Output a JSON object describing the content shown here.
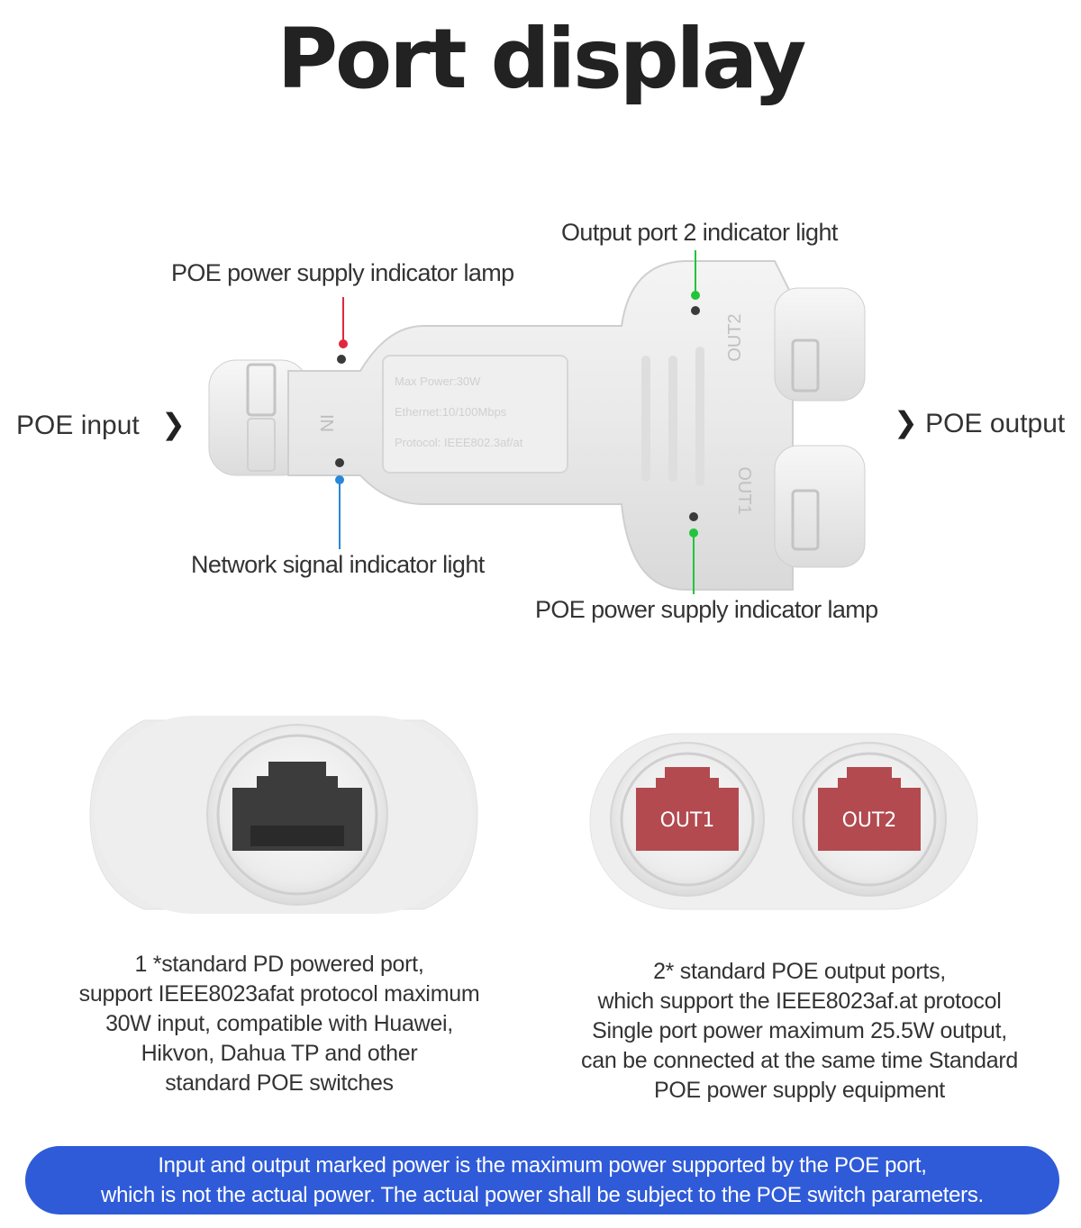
{
  "title": "Port display",
  "labels": {
    "output_port2_indicator": "Output port 2 indicator light",
    "poe_supply_lamp_top": "POE power supply indicator lamp",
    "network_signal_indicator": "Network signal indicator light",
    "poe_supply_lamp_bottom": "POE power supply indicator lamp",
    "poe_input": "POE input",
    "poe_output": "POE output"
  },
  "device_print": {
    "in_mark": "IN",
    "out1_mark": "OUT1",
    "out2_mark": "OUT2",
    "spec_lines": [
      "Max Power:30W",
      "Ethernet:10/100Mbps",
      "Protocol: IEEE802.3af/at"
    ]
  },
  "ports": {
    "out1": "OUT1",
    "out2": "OUT2"
  },
  "descriptions": {
    "input": [
      "1 *standard PD powered port,",
      "support IEEE8023afat protocol maximum",
      "30W input, compatible with Huawei,",
      "Hikvon, Dahua TP and other",
      "standard POE switches"
    ],
    "output": [
      "2* standard POE output ports,",
      "which support the IEEE8023af.at protocol",
      "Single port power maximum 25.5W output,",
      "can be connected at the same time Standard",
      "POE power supply equipment"
    ]
  },
  "banner": [
    "Input and output marked power is the maximum power supported by the POE port,",
    "which is not the actual power. The actual power shall be subject to the POE switch parameters."
  ],
  "colors": {
    "red_leader": "#e0283c",
    "blue_leader": "#2a86d8",
    "green_leader": "#22c43a",
    "banner": "#2f5bd8",
    "port_red": "#b24a50"
  }
}
